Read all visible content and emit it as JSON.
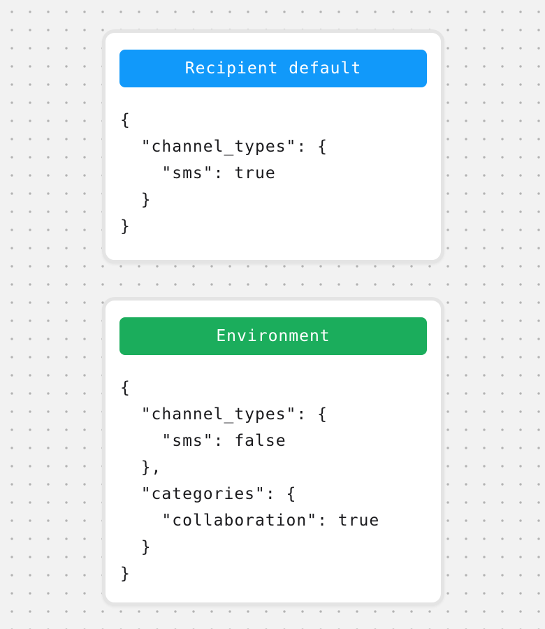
{
  "page": {
    "background_color": "#f2f2f2",
    "dot_color": "#b3b3b3",
    "card_border_color": "#e4e4e4",
    "code_text_color": "#1a1a1d"
  },
  "cards": [
    {
      "header": {
        "label": "Recipient default",
        "color": "#1199fa"
      },
      "code": "{\n  \"channel_types\": {\n    \"sms\": true\n  }\n}"
    },
    {
      "header": {
        "label": "Environment",
        "color": "#1bad5c"
      },
      "code": "{\n  \"channel_types\": {\n    \"sms\": false\n  },\n  \"categories\": {\n    \"collaboration\": true\n  }\n}"
    }
  ]
}
